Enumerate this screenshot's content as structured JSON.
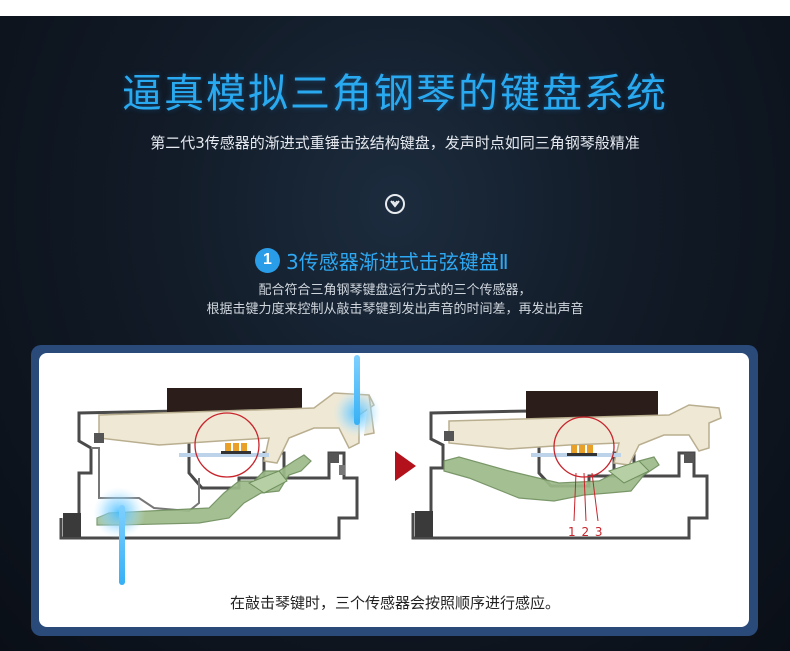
{
  "header": {
    "title": "逼真模拟三角钢琴的键盘系统",
    "subtitle": "第二代3传感器的渐进式重锤击弦结构键盘，发声时点如同三角钢琴般精准"
  },
  "section": {
    "number": "1",
    "title": "3传感器渐进式击弦键盘Ⅱ",
    "desc_line1": "配合符合三角钢琴键盘运行方式的三个传感器，",
    "desc_line2": "根据击键力度来控制从敲击琴键到发出声音的时间差，再发出声音"
  },
  "diagram": {
    "sensor_numbers": "1 2 3",
    "caption": "在敲击琴键时，三个传感器会按照顺序进行感应。"
  },
  "colors": {
    "title_blue": "#29a9f0",
    "panel_border": "#2a4a7a",
    "arrow_red": "#b3111b",
    "highlight_red": "#c8242c",
    "sensor_orange": "#e8a028",
    "lever_green": "#9dbb8a"
  },
  "icons": {
    "chevron": "chevron-down-circle-icon",
    "arrow": "play-arrow-icon"
  }
}
